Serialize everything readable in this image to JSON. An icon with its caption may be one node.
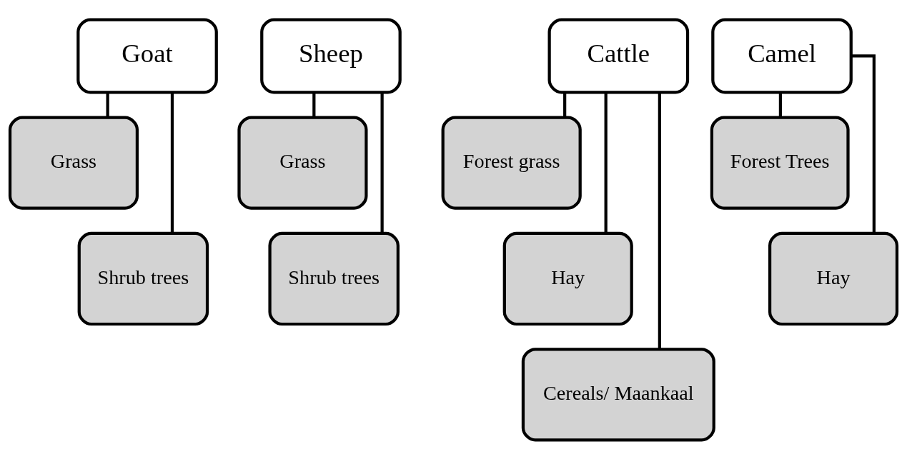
{
  "diagram": {
    "nodes": [
      {
        "text": [
          "Goat"
        ]
      },
      {
        "text": [
          "Grass"
        ]
      },
      {
        "text": [
          "Shrub trees"
        ]
      },
      {
        "text": [
          "Sheep"
        ]
      },
      {
        "text": [
          "Grass"
        ]
      },
      {
        "text": [
          "Shrub trees"
        ]
      },
      {
        "text": [
          "Cattle"
        ]
      },
      {
        "text": [
          "Forest grass"
        ]
      },
      {
        "text": [
          "Hay"
        ]
      },
      {
        "text": [
          "Cereals/ Maankaal"
        ]
      },
      {
        "text": [
          "Camel"
        ]
      },
      {
        "text": [
          "Forest Trees"
        ]
      },
      {
        "text": [
          "Hay"
        ]
      }
    ],
    "edges": [
      {
        "from": 0,
        "to": 1,
        "arrow": "none"
      },
      {
        "from": 0,
        "to": 2,
        "arrow": "none"
      },
      {
        "from": 3,
        "to": 4,
        "arrow": "none"
      },
      {
        "from": 3,
        "to": 5,
        "arrow": "none"
      },
      {
        "from": 6,
        "to": 7,
        "arrow": "none"
      },
      {
        "from": 6,
        "to": 8,
        "arrow": "none"
      },
      {
        "from": 6,
        "to": 9,
        "arrow": "none"
      },
      {
        "from": 10,
        "to": 11,
        "arrow": "none"
      },
      {
        "from": 10,
        "to": 12,
        "arrow": "none"
      }
    ]
  }
}
